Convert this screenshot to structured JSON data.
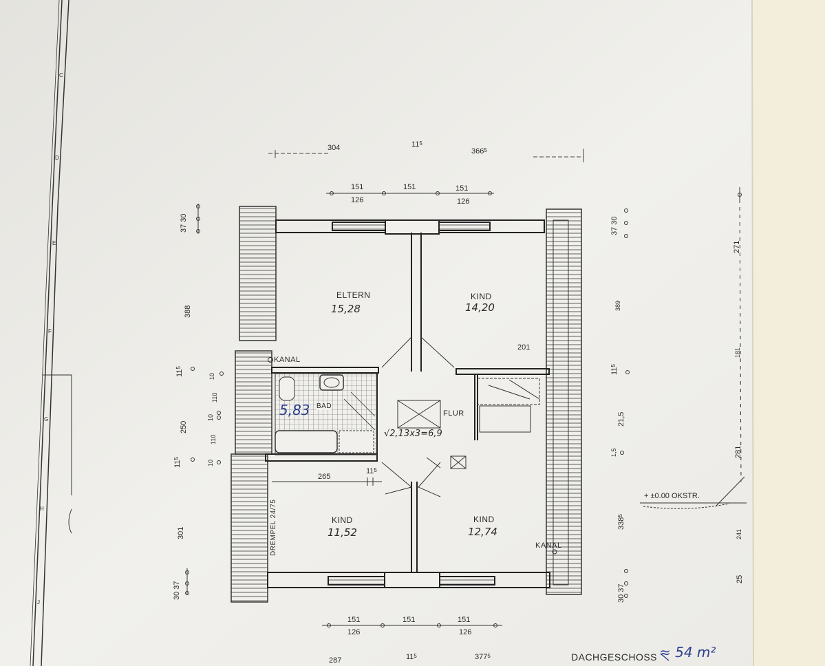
{
  "rooms": {
    "eltern": {
      "label": "ELTERN",
      "area": "15,28"
    },
    "kind_ne": {
      "label": "KIND",
      "area": "14,20"
    },
    "bad": {
      "label": "BAD",
      "area": "5,83"
    },
    "flur": {
      "label": "FLUR",
      "formula": "√2,13x3=6,9"
    },
    "kind_sw": {
      "label": "KIND",
      "area": "11,52"
    },
    "kind_se": {
      "label": "KIND",
      "area": "12,74"
    }
  },
  "labels": {
    "kanal_top": "KANAL",
    "kanal_bottom": "KANAL",
    "drempel": "DREMPEL 24/75",
    "okstr": "+ ±0.00 OKSTR.",
    "footer": "DACHGESCHOSS",
    "footer_hand": "≈ 54 m²"
  },
  "dims": {
    "top_outer_left": "304",
    "top_outer_mid": "11",
    "top_outer_mid_sup": "5",
    "top_outer_right": "366",
    "top_outer_right_sup": "5",
    "top_window_1": "151",
    "top_window_2": "151",
    "top_window_3": "151",
    "top_window_1_sub": "126",
    "top_window_3_sub": "126",
    "bottom_window_1": "151",
    "bottom_window_2": "151",
    "bottom_window_3": "151",
    "bottom_window_1_sub": "126",
    "bottom_window_3_sub": "126",
    "bottom_outer_left": "287",
    "bottom_outer_mid": "11",
    "bottom_outer_mid_sup": "5",
    "bottom_outer_right": "377",
    "bottom_outer_right_sup": "5",
    "left_37_30": "37 30",
    "left_388": "388",
    "left_11_5": "11",
    "left_11_5_sup": "5",
    "left_10_a": "10",
    "left_110_a": "110",
    "left_250": "250",
    "left_10_b": "10",
    "left_110_b": "110",
    "left_11_5_b": "11",
    "left_11_5_b_sup": "5",
    "left_10_c": "10",
    "left_301": "301",
    "left_30_37": "30 37",
    "right_37_30": "37 30",
    "right_389": "389",
    "right_11_5": "11",
    "right_11_5_sup": "5",
    "right_21_5": "21,5",
    "right_1_5": "1,5",
    "right_338_5": "338",
    "right_338_5_sup": "5",
    "right_30_37": "30 37",
    "far_271": "271",
    "far_181": "181",
    "far_281": "281",
    "far_241": "241",
    "far_25": "25",
    "inner_201": "201",
    "inner_265": "265",
    "inner_11_5": "11",
    "inner_11_5_sup": "5"
  },
  "colors": {
    "paper": "#f1f0ec",
    "ink": "#2a2a2a",
    "pen": "#2b3f8f",
    "background": "#e7e6e1",
    "table": "#f3eedb"
  }
}
